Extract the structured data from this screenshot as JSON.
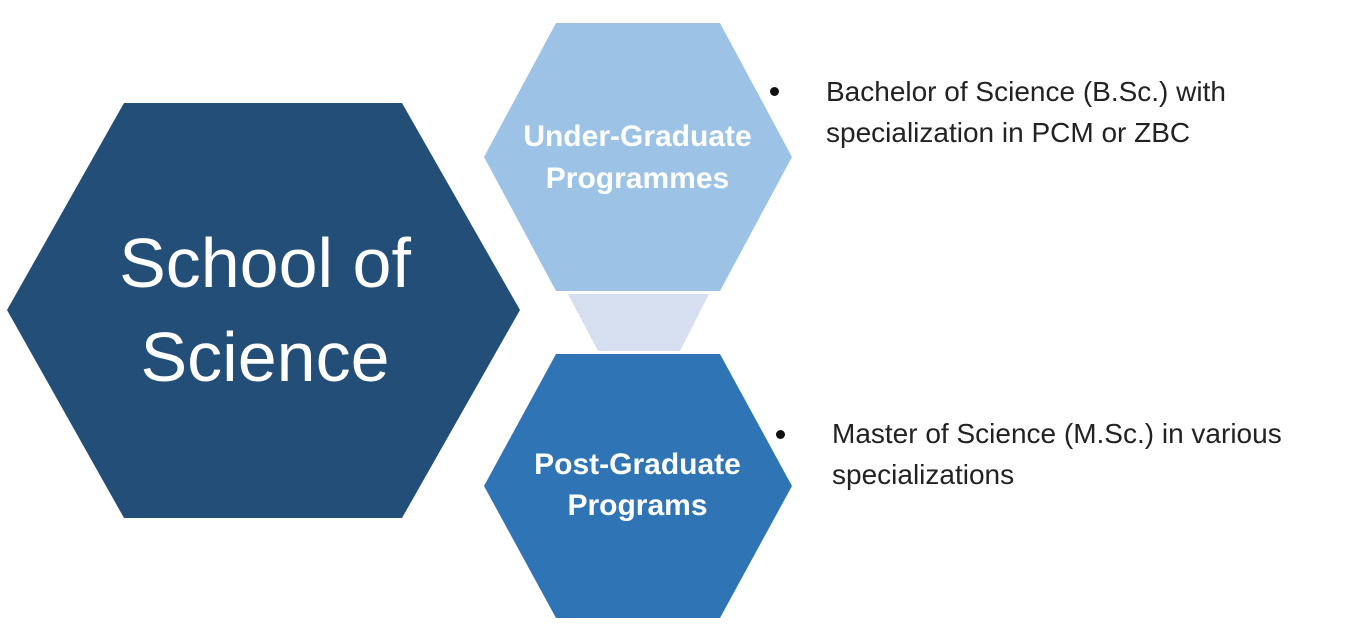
{
  "diagram": {
    "main_title": "School of Science",
    "colors": {
      "main_hex": "#224e78",
      "undergraduate_hex": "#9cc3e6",
      "postgraduate_hex": "#2f75b6",
      "connector": "#d5dfef",
      "label_text": "#ffffff"
    },
    "undergraduate": {
      "label": "Under-Graduate Programmes",
      "description": "Bachelor of Science (B.Sc.) with specialization in PCM or ZBC"
    },
    "postgraduate": {
      "label": "Post-Graduate Programs",
      "description": "Master of Science (M.Sc.) in various specializations"
    }
  }
}
